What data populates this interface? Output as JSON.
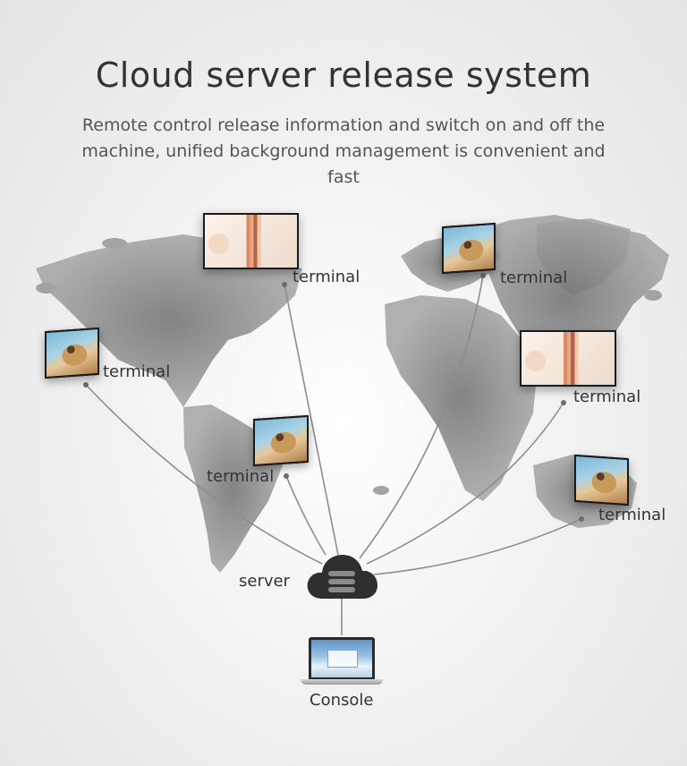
{
  "header": {
    "title": "Cloud server release system",
    "subtitle": "Remote control release information and switch on and off the machine, unified background management is convenient and fast"
  },
  "nodes": {
    "terminal_label": "terminal",
    "server_label": "server",
    "console_label": "Console"
  },
  "colors": {
    "map": "#9a9a9a",
    "link": "#8c8c8c",
    "cloud": "#2f2f2f",
    "text": "#333333"
  }
}
